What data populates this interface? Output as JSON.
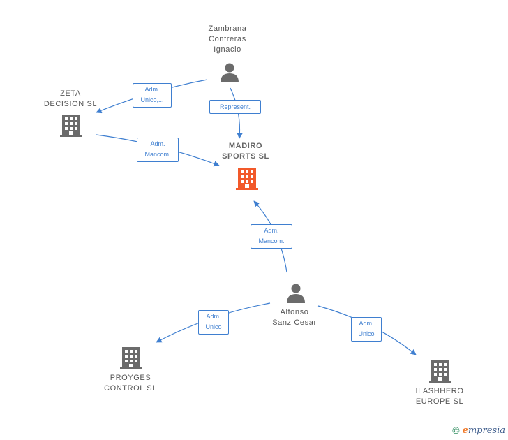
{
  "colors": {
    "edge": "#3f7fd0",
    "company": "#6b6b6b",
    "focus_company": "#f2592a",
    "person": "#6b6b6b"
  },
  "nodes": {
    "zambrana": {
      "label": "Zambrana\nContreras\nIgnacio",
      "kind": "person-icon"
    },
    "zeta": {
      "label": "ZETA\nDECISION SL",
      "kind": "building-icon"
    },
    "madiro": {
      "label": "MADIRO\nSPORTS SL",
      "kind": "building-icon"
    },
    "alfonso": {
      "label": "Alfonso\nSanz Cesar",
      "kind": "person-icon"
    },
    "proyges": {
      "label": "PROYGES\nCONTROL SL",
      "kind": "building-icon"
    },
    "ilashhero": {
      "label": "ILASHHERO\nEUROPE SL",
      "kind": "building-icon"
    }
  },
  "edges": {
    "zambrana_zeta": "Adm.\nUnico,...",
    "zambrana_madiro": "Represent.",
    "zeta_madiro": "Adm.\nMancom.",
    "alfonso_madiro": "Adm.\nMancom.",
    "alfonso_proyges": "Adm.\nUnico",
    "alfonso_ilashhero": "Adm.\nUnico"
  },
  "footer": {
    "copyright": "©",
    "brand_initial": "e",
    "brand_rest": "mpresia"
  }
}
